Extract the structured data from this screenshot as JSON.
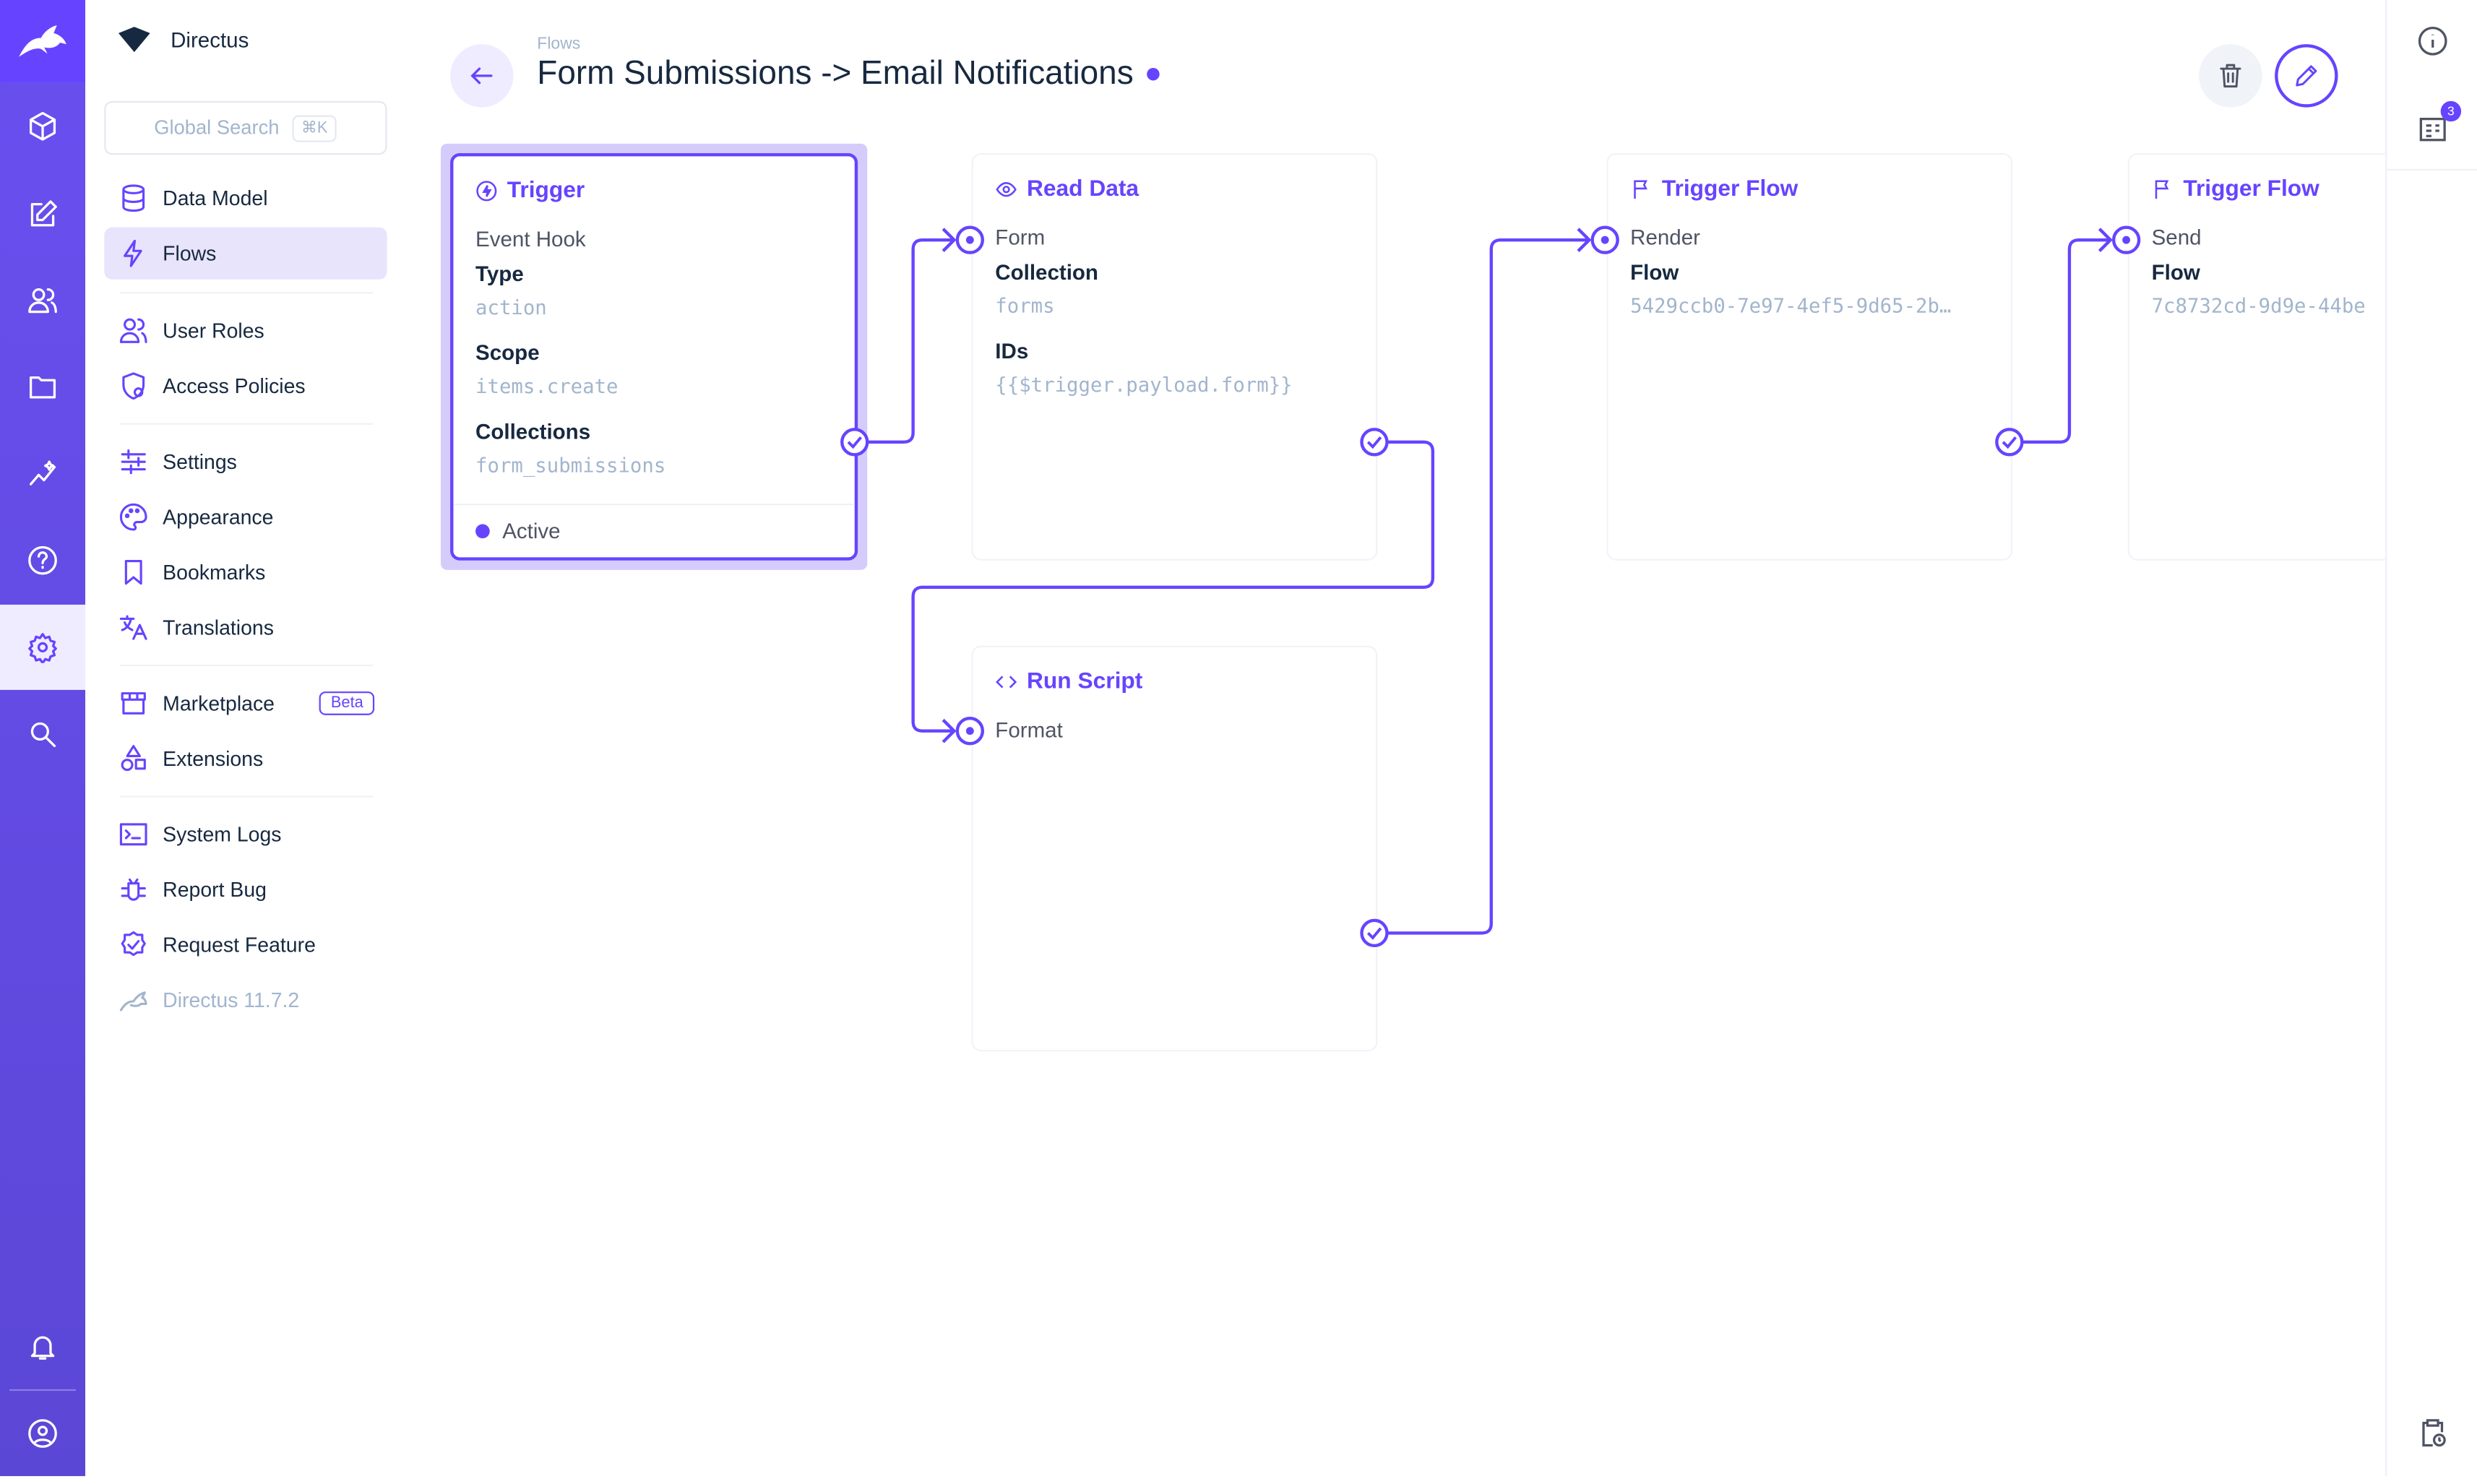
{
  "colors": {
    "accent": "#6644ff",
    "rail": "#5b47d6",
    "muted": "#a2b5cd"
  },
  "nav": {
    "project": "Directus",
    "search_placeholder": "Global Search",
    "search_shortcut": "⌘K",
    "items": [
      {
        "label": "Data Model",
        "icon": "database-icon"
      },
      {
        "label": "Flows",
        "icon": "bolt-icon",
        "active": true
      },
      {
        "label": "User Roles",
        "icon": "users-icon"
      },
      {
        "label": "Access Policies",
        "icon": "shield-icon"
      },
      {
        "label": "Settings",
        "icon": "sliders-icon"
      },
      {
        "label": "Appearance",
        "icon": "palette-icon"
      },
      {
        "label": "Bookmarks",
        "icon": "bookmark-icon"
      },
      {
        "label": "Translations",
        "icon": "translate-icon"
      },
      {
        "label": "Marketplace",
        "icon": "store-icon",
        "badge": "Beta"
      },
      {
        "label": "Extensions",
        "icon": "shapes-icon"
      },
      {
        "label": "System Logs",
        "icon": "terminal-icon"
      },
      {
        "label": "Report Bug",
        "icon": "bug-icon"
      },
      {
        "label": "Request Feature",
        "icon": "verified-icon"
      },
      {
        "label": "Directus 11.7.2",
        "icon": "directus-logo-icon"
      }
    ]
  },
  "header": {
    "breadcrumb": "Flows",
    "title": "Form Submissions -> Email Notifications"
  },
  "right_sidebar": {
    "notifications_count": "3"
  },
  "flow": {
    "trigger": {
      "title": "Trigger",
      "name": "Event Hook",
      "fields": [
        {
          "label": "Type",
          "value": "action"
        },
        {
          "label": "Scope",
          "value": "items.create"
        },
        {
          "label": "Collections",
          "value": "form_submissions"
        }
      ],
      "status": "Active"
    },
    "operations": [
      {
        "title": "Read Data",
        "icon": "eye-icon",
        "name": "Form",
        "fields": [
          {
            "label": "Collection",
            "value": "forms"
          },
          {
            "label": "IDs",
            "value": "{{$trigger.payload.form}}"
          }
        ]
      },
      {
        "title": "Run Script",
        "icon": "code-icon",
        "name": "Format",
        "fields": []
      },
      {
        "title": "Trigger Flow",
        "icon": "flag-icon",
        "name": "Render",
        "fields": [
          {
            "label": "Flow",
            "value": "5429ccb0-7e97-4ef5-9d65-2b…"
          }
        ]
      },
      {
        "title": "Trigger Flow",
        "icon": "flag-icon",
        "name": "Send",
        "fields": [
          {
            "label": "Flow",
            "value": "7c8732cd-9d9e-44be"
          }
        ]
      }
    ]
  }
}
